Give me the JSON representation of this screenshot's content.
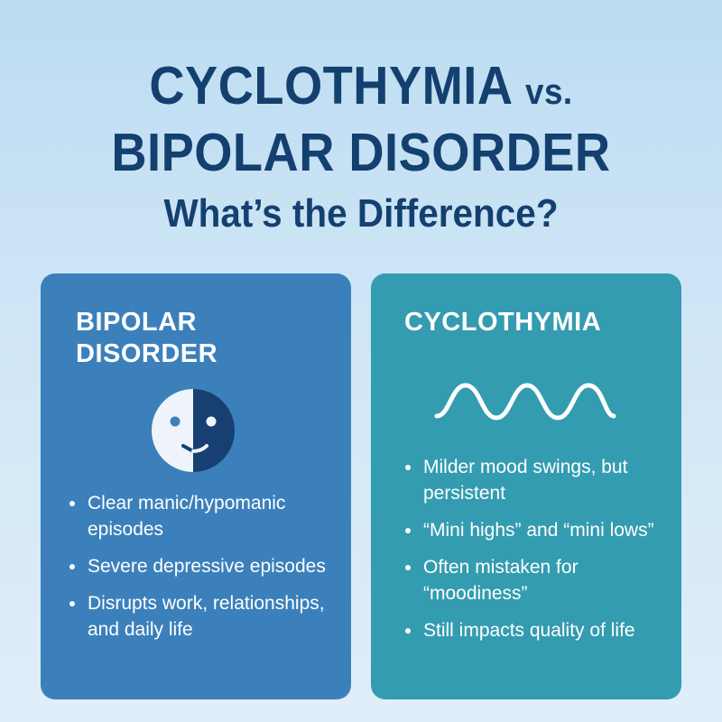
{
  "header": {
    "title_line1": "CYCLOTHYMIA",
    "title_vs": "vs.",
    "title_line2": "BIPOLAR DISORDER",
    "subtitle": "What’s the Difference?"
  },
  "cards": [
    {
      "title": "BIPOLAR DISORDER",
      "icon": "half-dark-smiley-face-icon",
      "color": "#3b80bb",
      "bullets": [
        "Clear manic/hypomanic episodes",
        "Severe depressive episodes",
        "Disrupts work, relationships, and daily life"
      ]
    },
    {
      "title": "CYCLOTHYMIA",
      "icon": "wave-icon",
      "color": "#349cb0",
      "bullets": [
        "Milder mood swings, but persistent",
        "“Mini highs” and “mini lows”",
        "Often mistaken for “moodiness”",
        "Still impacts quality of life"
      ]
    }
  ],
  "colors": {
    "title_text": "#14406f",
    "background_top": "#bddcf2",
    "background_bottom": "#e0eef9",
    "face_light": "#eef4fa",
    "face_dark": "#173f72"
  }
}
